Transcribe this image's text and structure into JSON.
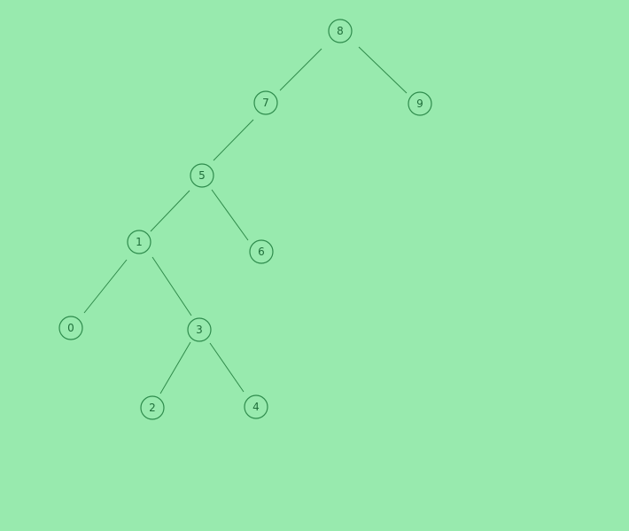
{
  "tree": {
    "background_color": "#98eaae",
    "node_stroke_color": "#2e8b4c",
    "edge_color": "#2f8a4a",
    "nodes": [
      {
        "id": "n8",
        "label": "8"
      },
      {
        "id": "n7",
        "label": "7"
      },
      {
        "id": "n9",
        "label": "9"
      },
      {
        "id": "n5",
        "label": "5"
      },
      {
        "id": "n1",
        "label": "1"
      },
      {
        "id": "n6",
        "label": "6"
      },
      {
        "id": "n0",
        "label": "0"
      },
      {
        "id": "n3",
        "label": "3"
      },
      {
        "id": "n2",
        "label": "2"
      },
      {
        "id": "n4",
        "label": "4"
      }
    ],
    "edges": [
      {
        "from": "n8",
        "to": "n7"
      },
      {
        "from": "n8",
        "to": "n9"
      },
      {
        "from": "n7",
        "to": "n5"
      },
      {
        "from": "n5",
        "to": "n1"
      },
      {
        "from": "n5",
        "to": "n6"
      },
      {
        "from": "n1",
        "to": "n0"
      },
      {
        "from": "n1",
        "to": "n3"
      },
      {
        "from": "n3",
        "to": "n2"
      },
      {
        "from": "n3",
        "to": "n4"
      }
    ]
  }
}
